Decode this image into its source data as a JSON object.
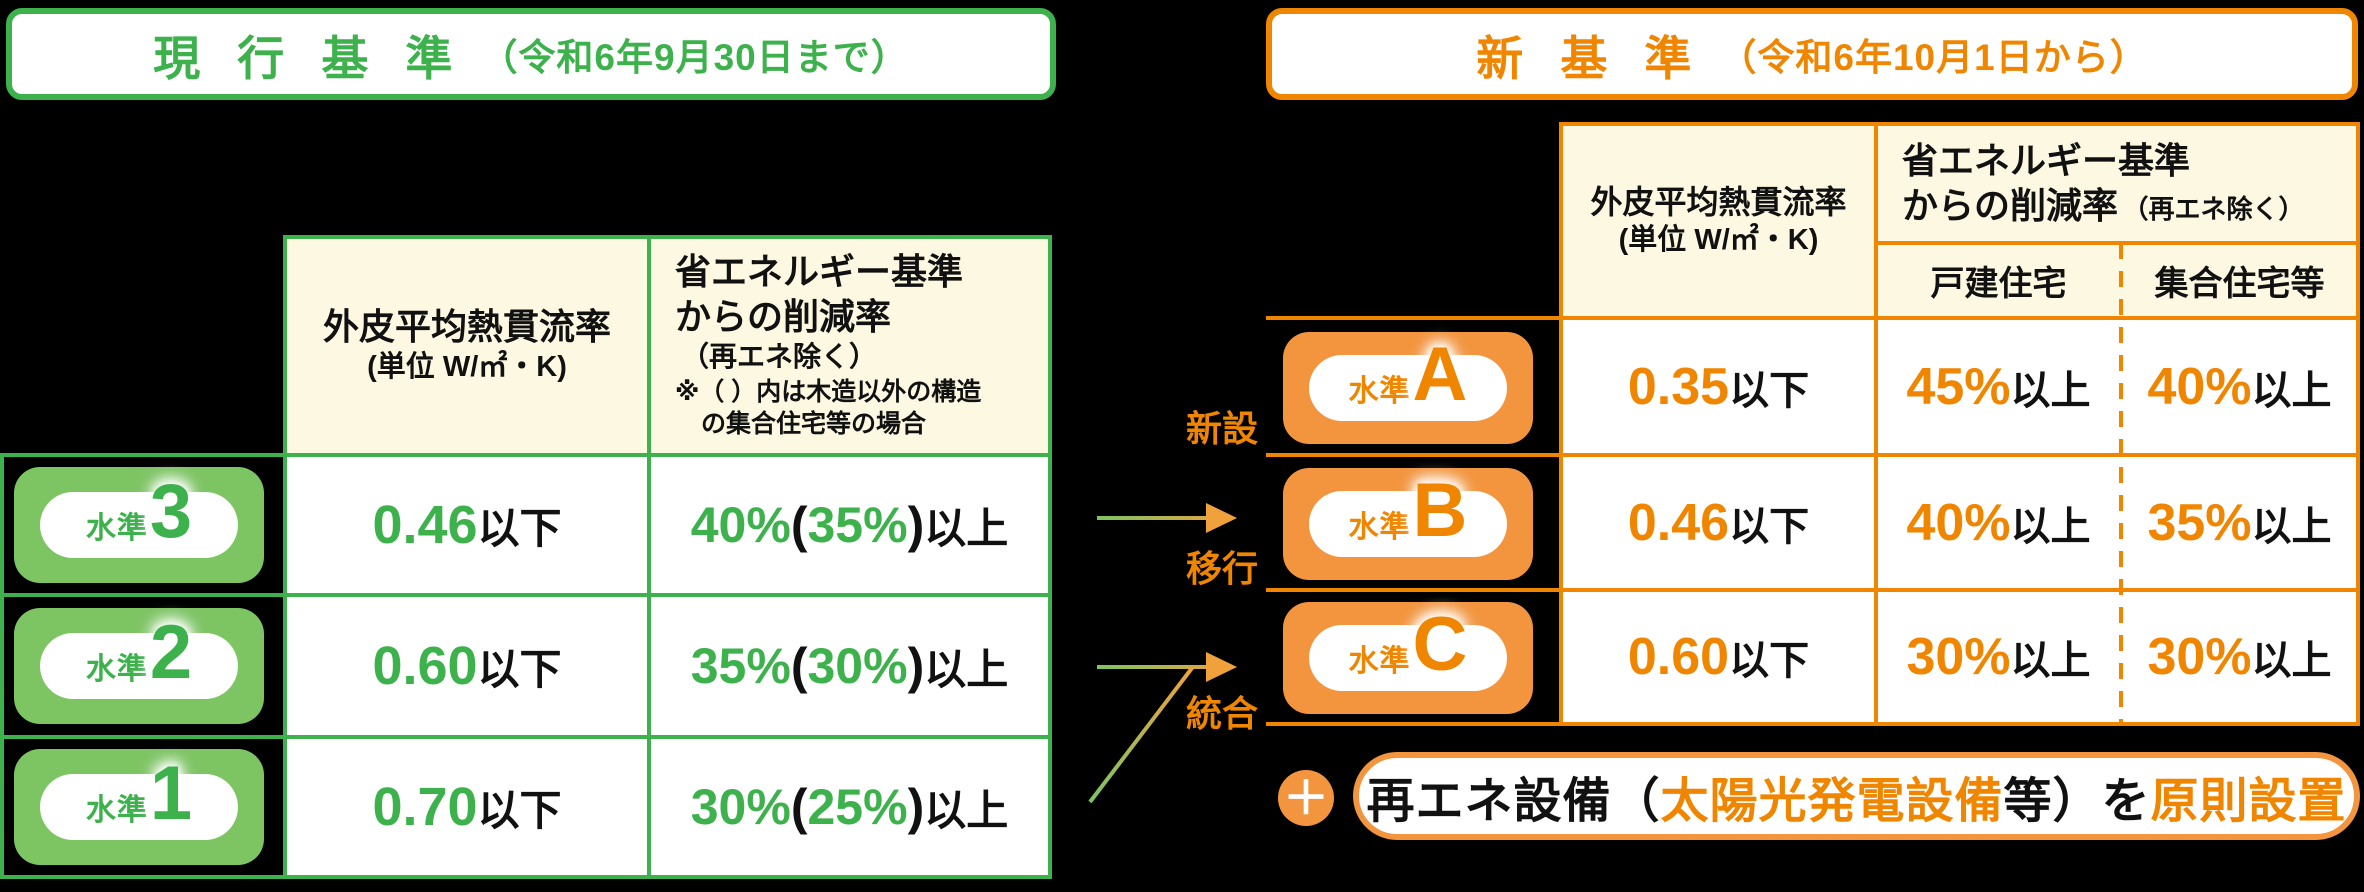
{
  "colors": {
    "green": "#3cb14c",
    "green_light": "#7dc463",
    "orange": "#f08500",
    "orange_light": "#f2953e",
    "cream_bg": "#fdf8e2",
    "black_text": "#111111"
  },
  "left_panel": {
    "header": {
      "title": "現 行 基 準",
      "subtitle": "（令和6年9月30日まで）"
    },
    "table": {
      "badge_label": "水準",
      "u_header": {
        "line1": "外皮平均熱貫流率",
        "line2": "(単位 W/㎡・K)"
      },
      "reduction_header": {
        "line1": "省エネルギー基準",
        "line2": "からの削減率",
        "line3": "（再エネ除く）",
        "note_line1": "※（ ）内は木造以外の構造",
        "note_line2": "の集合住宅等の場合"
      },
      "rows": [
        {
          "level": "3",
          "u_value": "0.46",
          "u_suffix": "以下",
          "reduction_value": "40%",
          "paren_open": "(",
          "reduction_paren_value": "35%",
          "paren_close": ")",
          "reduction_suffix": "以上"
        },
        {
          "level": "2",
          "u_value": "0.60",
          "u_suffix": "以下",
          "reduction_value": "35%",
          "paren_open": "(",
          "reduction_paren_value": "30%",
          "paren_close": ")",
          "reduction_suffix": "以上"
        },
        {
          "level": "1",
          "u_value": "0.70",
          "u_suffix": "以下",
          "reduction_value": "30%",
          "paren_open": "(",
          "reduction_paren_value": "25%",
          "paren_close": ")",
          "reduction_suffix": "以上"
        }
      ]
    }
  },
  "flow": {
    "new_label": "新設",
    "transition_label": "移行",
    "integration_label": "統合"
  },
  "right_panel": {
    "header": {
      "title": "新 基 準",
      "subtitle": "（令和6年10月1日から）"
    },
    "table": {
      "badge_label": "水準",
      "u_header": {
        "line1": "外皮平均熱貫流率",
        "line2": "(単位 W/㎡・K)"
      },
      "reduction_header": {
        "line1": "省エネルギー基準",
        "line2": "からの削減率",
        "note": "（再エネ除く）"
      },
      "sub_headers": {
        "detached": "戸建住宅",
        "apartment": "集合住宅等"
      },
      "rows": [
        {
          "level": "A",
          "u_value": "0.35",
          "u_suffix": "以下",
          "detached_value": "45%",
          "detached_suffix": "以上",
          "apartment_value": "40%",
          "apartment_suffix": "以上"
        },
        {
          "level": "B",
          "u_value": "0.46",
          "u_suffix": "以下",
          "detached_value": "40%",
          "detached_suffix": "以上",
          "apartment_value": "35%",
          "apartment_suffix": "以上"
        },
        {
          "level": "C",
          "u_value": "0.60",
          "u_suffix": "以下",
          "detached_value": "30%",
          "detached_suffix": "以上",
          "apartment_value": "30%",
          "apartment_suffix": "以上"
        }
      ]
    },
    "renewable_note": {
      "plus": "＋",
      "seg_black1": "再エネ設備（",
      "seg_orange1": "太陽光発電設備",
      "seg_black2": "等）を",
      "seg_orange2": "原則設置"
    }
  }
}
